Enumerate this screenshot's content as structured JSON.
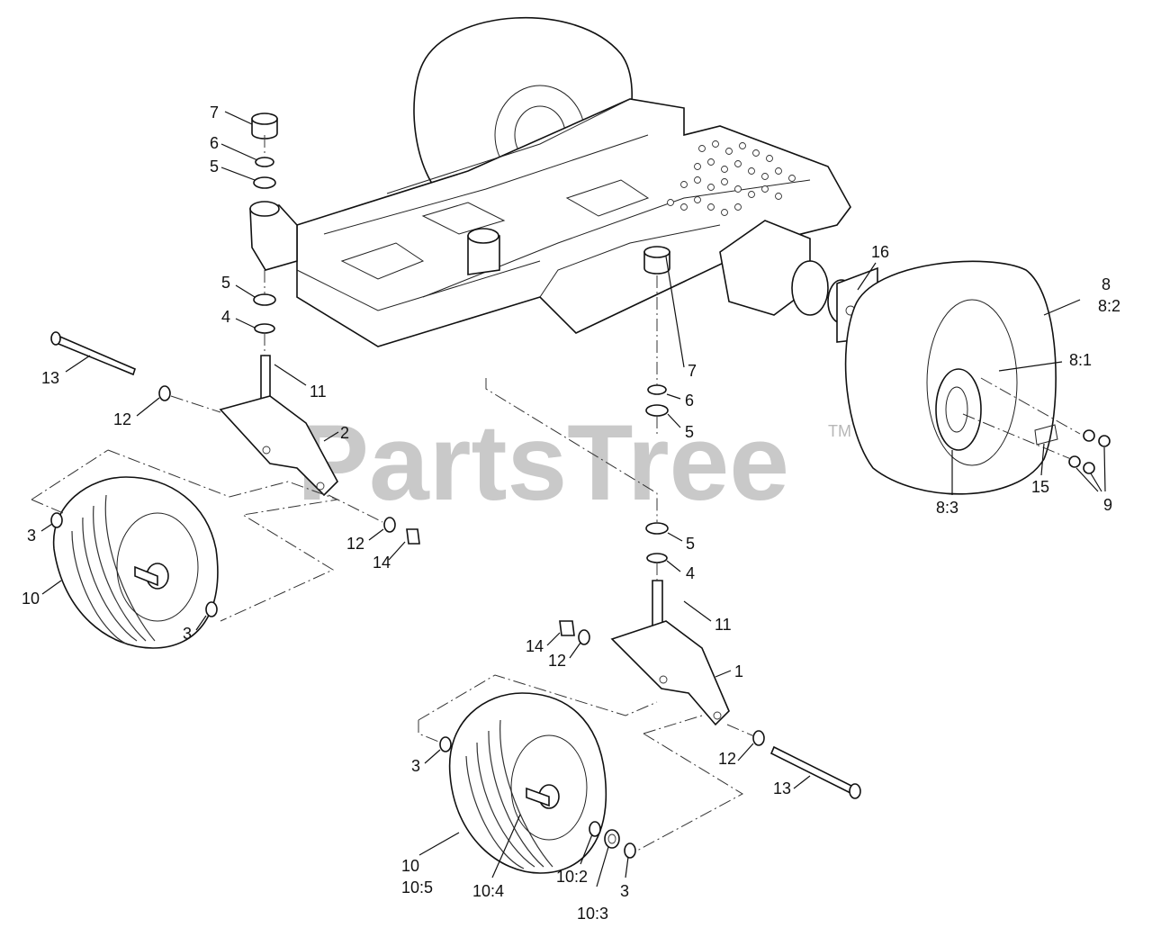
{
  "watermark": {
    "text": "PartsTree",
    "tm": "TM"
  },
  "callouts": [
    {
      "id": "c7a",
      "text": "7"
    },
    {
      "id": "c6a",
      "text": "6"
    },
    {
      "id": "c5a",
      "text": "5"
    },
    {
      "id": "c5b",
      "text": "5"
    },
    {
      "id": "c4a",
      "text": "4"
    },
    {
      "id": "c13a",
      "text": "13"
    },
    {
      "id": "c11a",
      "text": "11"
    },
    {
      "id": "c12a",
      "text": "12"
    },
    {
      "id": "c2",
      "text": "2"
    },
    {
      "id": "c3a",
      "text": "3"
    },
    {
      "id": "c10a",
      "text": "10"
    },
    {
      "id": "c3b",
      "text": "3"
    },
    {
      "id": "c12b",
      "text": "12"
    },
    {
      "id": "c14a",
      "text": "14"
    },
    {
      "id": "c7b",
      "text": "7"
    },
    {
      "id": "c6b",
      "text": "6"
    },
    {
      "id": "c5c",
      "text": "5"
    },
    {
      "id": "c5d",
      "text": "5"
    },
    {
      "id": "c4b",
      "text": "4"
    },
    {
      "id": "c11b",
      "text": "11"
    },
    {
      "id": "c14b",
      "text": "14"
    },
    {
      "id": "c12c",
      "text": "12"
    },
    {
      "id": "c1",
      "text": "1"
    },
    {
      "id": "c3c",
      "text": "3"
    },
    {
      "id": "c12d",
      "text": "12"
    },
    {
      "id": "c13b",
      "text": "13"
    },
    {
      "id": "c10b",
      "text": "10"
    },
    {
      "id": "c10_5",
      "text": "10:5"
    },
    {
      "id": "c10_4",
      "text": "10:4"
    },
    {
      "id": "c10_2",
      "text": "10:2"
    },
    {
      "id": "c10_3",
      "text": "10:3"
    },
    {
      "id": "c3d",
      "text": "3"
    },
    {
      "id": "c16",
      "text": "16"
    },
    {
      "id": "c8",
      "text": "8"
    },
    {
      "id": "c8_2",
      "text": "8:2"
    },
    {
      "id": "c8_1",
      "text": "8:1"
    },
    {
      "id": "c8_3",
      "text": "8:3"
    },
    {
      "id": "c15",
      "text": "15"
    },
    {
      "id": "c9",
      "text": "9"
    }
  ]
}
